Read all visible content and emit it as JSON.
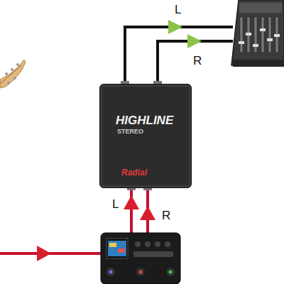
{
  "diagram": {
    "nodes": [
      {
        "text": [
          "HIGHLINE",
          "STEREO",
          "Radial"
        ]
      }
    ],
    "labels": [
      "L",
      "R",
      "L",
      "R"
    ]
  }
}
